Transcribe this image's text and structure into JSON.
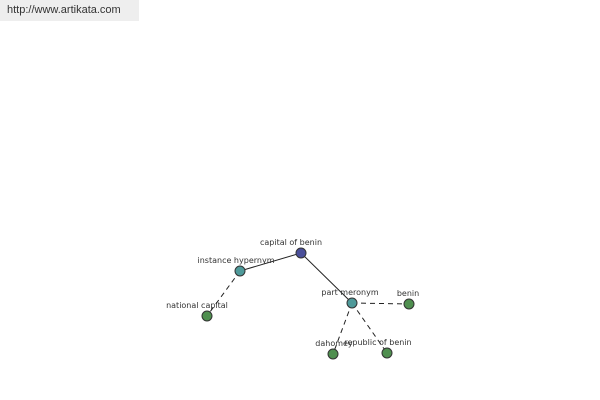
{
  "watermark": {
    "text": "http://www.artikata.com"
  },
  "colors": {
    "root": "#4a4f9a",
    "relation": "#4f9a9a",
    "leaf": "#4f8f4f",
    "edge": "#222222"
  },
  "graph": {
    "nodes": [
      {
        "id": "capital-of-benin",
        "label": "capital of benin",
        "kind": "root"
      },
      {
        "id": "instance-hypernym",
        "label": "instance hypernym",
        "kind": "relation"
      },
      {
        "id": "national-capital",
        "label": "national capital",
        "kind": "leaf"
      },
      {
        "id": "part-meronym",
        "label": "part meronym",
        "kind": "relation"
      },
      {
        "id": "benin",
        "label": "benin",
        "kind": "leaf"
      },
      {
        "id": "dahomey",
        "label": "dahomey",
        "kind": "leaf"
      },
      {
        "id": "republic-of-benin",
        "label": "republic of benin",
        "kind": "leaf"
      }
    ],
    "edges": [
      {
        "from": "capital-of-benin",
        "to": "instance-hypernym",
        "style": "solid"
      },
      {
        "from": "capital-of-benin",
        "to": "part-meronym",
        "style": "solid"
      },
      {
        "from": "instance-hypernym",
        "to": "national-capital",
        "style": "dashed"
      },
      {
        "from": "part-meronym",
        "to": "benin",
        "style": "dashed"
      },
      {
        "from": "part-meronym",
        "to": "dahomey",
        "style": "dashed"
      },
      {
        "from": "part-meronym",
        "to": "republic-of-benin",
        "style": "dashed"
      }
    ]
  }
}
